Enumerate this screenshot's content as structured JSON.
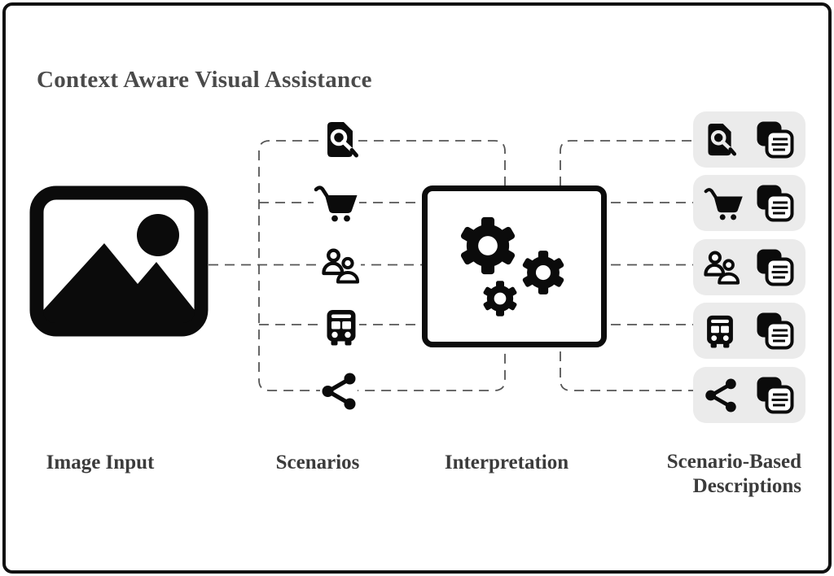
{
  "title": "Context Aware Visual Assistance",
  "sections": {
    "image_input": {
      "label": "Image Input",
      "icon": "image-icon"
    },
    "scenarios": {
      "label": "Scenarios",
      "items": [
        {
          "name": "document-search",
          "icon": "document-search-icon"
        },
        {
          "name": "shopping-cart",
          "icon": "shopping-cart-icon"
        },
        {
          "name": "people",
          "icon": "people-icon"
        },
        {
          "name": "bus",
          "icon": "bus-icon"
        },
        {
          "name": "share",
          "icon": "share-icon"
        }
      ]
    },
    "interpretation": {
      "label": "Interpretation",
      "icon": "gears-icon"
    },
    "descriptions": {
      "label_lines": [
        "Scenario-Based",
        "Descriptions"
      ],
      "rows": [
        {
          "scenario": "document-search",
          "output_icon": "documents-icon"
        },
        {
          "scenario": "shopping-cart",
          "output_icon": "documents-icon"
        },
        {
          "scenario": "people",
          "output_icon": "documents-icon"
        },
        {
          "scenario": "bus",
          "output_icon": "documents-icon"
        },
        {
          "scenario": "share",
          "output_icon": "documents-icon"
        }
      ]
    }
  },
  "colors": {
    "background": "#ffffff",
    "border": "#111111",
    "icon": "#0b0b0b",
    "dashed_line": "#555555",
    "row_background": "#ebebeb",
    "title_text": "#4a4a4a",
    "label_text": "#3b3b3b"
  }
}
